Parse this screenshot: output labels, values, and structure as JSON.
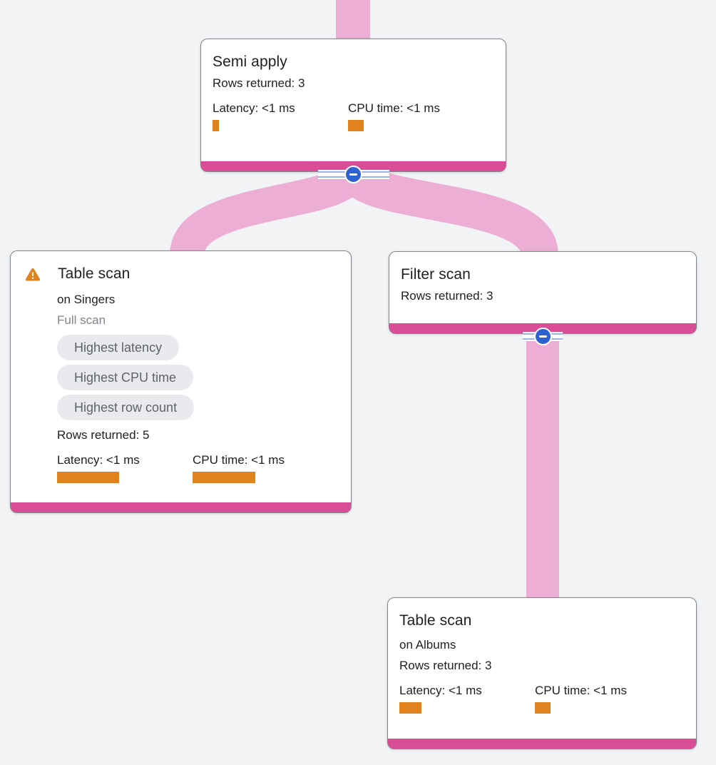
{
  "colors": {
    "background": "#f1f3f4",
    "card_bg": "#ffffff",
    "card_border": "#80868b",
    "accent_bar": "#d94d97",
    "link": "#edaed6",
    "metric_bar": "#e0821d",
    "badge_bg": "#e9eaed",
    "badge_text": "#5f6368",
    "text": "#202124",
    "muted_text": "#80868b",
    "button_blue": "#2e62d1",
    "ribbon_line": "#9db4ea",
    "warning": "#e0821d"
  },
  "nodes": {
    "semi_apply": {
      "title": "Semi apply",
      "rows": "Rows returned: 3",
      "latency_label": "Latency: <1 ms",
      "cpu_label": "CPU time: <1 ms",
      "latency_bar_width": 9,
      "cpu_bar_width": 22
    },
    "table_scan_singers": {
      "title": "Table scan",
      "subtitle": "on Singers",
      "note": "Full scan",
      "badges": [
        "Highest latency",
        "Highest CPU time",
        "Highest row count"
      ],
      "rows": "Rows returned: 5",
      "latency_label": "Latency: <1 ms",
      "cpu_label": "CPU time: <1 ms",
      "latency_bar_width": 87,
      "cpu_bar_width": 88
    },
    "filter_scan": {
      "title": "Filter scan",
      "rows": "Rows returned: 3"
    },
    "table_scan_albums": {
      "title": "Table scan",
      "subtitle": "on Albums",
      "rows": "Rows returned: 3",
      "latency_label": "Latency: <1 ms",
      "cpu_label": "CPU time: <1 ms",
      "latency_bar_width": 31,
      "cpu_bar_width": 22
    }
  }
}
